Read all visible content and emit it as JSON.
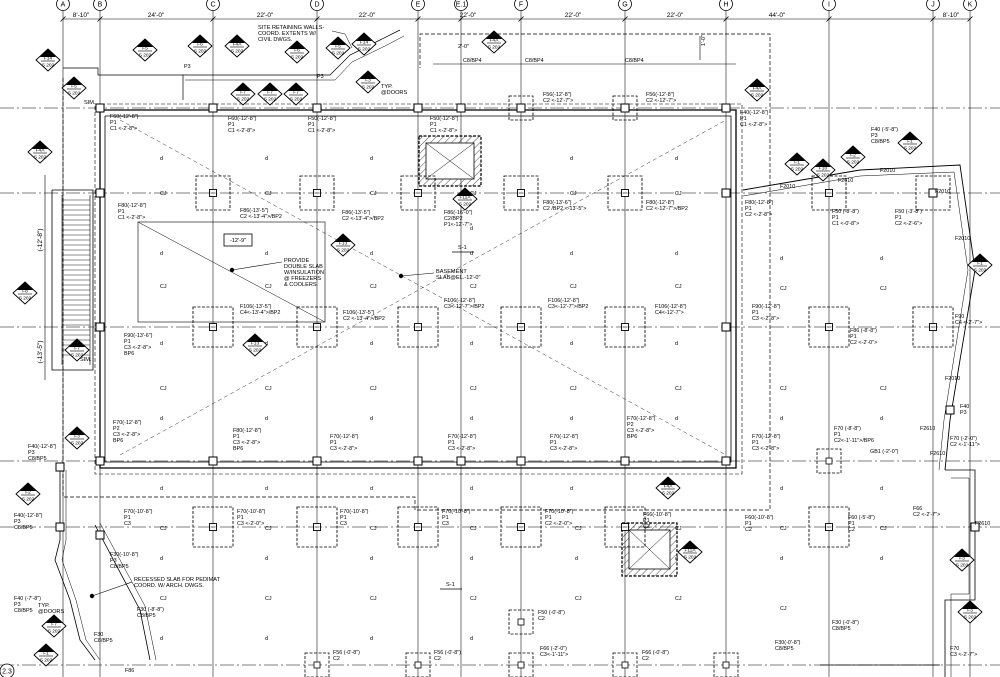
{
  "grid": {
    "columns": [
      "A",
      "B",
      "C",
      "D",
      "E",
      "E.1",
      "F",
      "G",
      "H",
      "I",
      "J",
      "K"
    ],
    "dimensions": [
      "8'-10\"",
      "24'-0\"",
      "22'-0\"",
      "22'-0\"",
      "22'-0\"",
      "22'-0\"",
      "22'-0\"",
      "44'-0\"",
      "8'-10\""
    ],
    "row_labels": [
      "(-12'-8\")",
      "(-13'-5\")"
    ],
    "left_bubble": "2.3"
  },
  "notes": {
    "retaining": [
      "SITE RETAINING WALLS-",
      "COORD. EXTENTS W/",
      "CIVIL DWGS."
    ],
    "provide": [
      "PROVIDE",
      "DOUBLE SLAB",
      "W/INSULATION",
      "@ FREEZERS",
      "& COOLERS"
    ],
    "basement": [
      "BASEMENT",
      "SLAB@EL.-12'-0\""
    ],
    "recessed": [
      "RECESSED SLAB FOR PEDIMAT",
      "COORD. W/ ARCH. DWGS."
    ],
    "typ_doors": [
      "TYP.",
      "@DOORS"
    ],
    "sim": "SIM."
  },
  "section_marks": [
    "S-1",
    "S-1"
  ],
  "elevation_box": "-12'-9\"",
  "dim_2_0": "2'-0\"",
  "dim_1_0": "1'-0\"",
  "joint": "CJ",
  "slab_symbol": "d",
  "bp_labels": [
    "C8/BP4",
    "C8/BP4",
    "C8/BP4"
  ],
  "tags": [
    {
      "top": "F14",
      "bottom": "S 202"
    },
    {
      "top": "F5",
      "bottom": "S 202"
    },
    {
      "top": "F6",
      "bottom": "S 202"
    },
    {
      "top": "F4A",
      "bottom": "S 202"
    },
    {
      "top": "F6",
      "bottom": "S 202"
    },
    {
      "top": "F5",
      "bottom": "S 202"
    },
    {
      "top": "F14",
      "bottom": "S 202"
    },
    {
      "top": "F4A",
      "bottom": "S 202"
    },
    {
      "top": "F3",
      "bottom": "S 202"
    },
    {
      "top": "F5",
      "bottom": "S 202"
    },
    {
      "top": "F7",
      "bottom": "S 202"
    },
    {
      "top": "F7",
      "bottom": "S 202"
    },
    {
      "top": "F7",
      "bottom": "S 202"
    },
    {
      "top": "F4A",
      "bottom": "S 202"
    },
    {
      "top": "F4A",
      "bottom": "S 202"
    },
    {
      "top": "F8",
      "bottom": "S 202"
    },
    {
      "top": "F7",
      "bottom": "S 202"
    },
    {
      "top": "F13",
      "bottom": "S 202"
    },
    {
      "top": "F13",
      "bottom": "S 202"
    },
    {
      "top": "F11A",
      "bottom": "S 202"
    },
    {
      "top": "F1",
      "bottom": "S 202"
    },
    {
      "top": "F10",
      "bottom": "S 202"
    },
    {
      "top": "F2",
      "bottom": "S 202"
    },
    {
      "top": "F1",
      "bottom": "S 202"
    },
    {
      "top": "F1",
      "bottom": "S 202"
    },
    {
      "top": "F3",
      "bottom": "S 202"
    },
    {
      "top": "F2",
      "bottom": "S 202"
    },
    {
      "top": "F4A",
      "bottom": "S 202"
    },
    {
      "top": "F11A",
      "bottom": "S 202"
    },
    {
      "top": "F3",
      "bottom": "S 202"
    },
    {
      "top": "F7",
      "bottom": "S 202"
    },
    {
      "top": "F1",
      "bottom": "S 202"
    },
    {
      "top": "F3",
      "bottom": "S 202"
    }
  ],
  "callouts": [
    [
      "F60(-12'-8\")",
      "P1",
      "C1 <-2'-8\">"
    ],
    [
      "F60(-12'-8\")",
      "P1",
      "C1 <-2'-8\">"
    ],
    [
      "F50(-12'-8\")",
      "P1",
      "C1 <-2'-8\">"
    ],
    [
      "F50(-12'-8\")",
      "P1",
      "C1 <-2'-8\">"
    ],
    [
      "F56(-12'-8\")",
      "C2 <-12'-7\">"
    ],
    [
      "F56(-12'-8\")",
      "C2 <-12'-7\">"
    ],
    [
      "F40(-12'-8\")",
      "P1",
      "C1 <-2'-8\">"
    ],
    [
      "F80(-12'-8\")",
      "P1",
      "C1 <-2'-8\">"
    ],
    [
      "F86(-13'-5\")",
      "C2 <-13'-4\">/BP2"
    ],
    [
      "F86(-13'-5\")",
      "C2 <-13'-4\">/BP2"
    ],
    [
      "F86(-16'-0\")",
      "C2/BP2",
      "P1<-12'-7\">"
    ],
    [
      "F80(-13'-6\")",
      "C2 /BP2 <-13'-5\">"
    ],
    [
      "F80(-12'-8\")",
      "C2 <-12'-7\">/BP2"
    ],
    [
      "F80(-12'-8\")",
      "P1",
      "C2 <-2'-8\">"
    ],
    [
      "F50 (-8'-8\")",
      "P1",
      "C1 <-0'-8\">"
    ],
    [
      "F50 (-3'-8\")",
      "P1",
      "C2 <-2'-6\">"
    ],
    [
      "F40 (-5'-8\")",
      "P3",
      "C8/BP5"
    ],
    [
      "F106(-13'-5\")",
      "C4<-13'-4\">/BP2"
    ],
    [
      "F106(-13'-5\")",
      "C2 <-13'-4\">/BP2"
    ],
    [
      "F106(-12'-8\")",
      "C3<-12'-7\">/BP2"
    ],
    [
      "F106(-12'-8\")",
      "C3<-12'-7\">/BP2"
    ],
    [
      "F106(-12'-8\")",
      "C4<-12'-7\">"
    ],
    [
      "F90(-13'-6\")",
      "P1",
      "C3 <-2'-8\">",
      "BP6"
    ],
    [
      "F90(-12'-8\")",
      "P1",
      "C3 <-2'-8\">"
    ],
    [
      "F86 (-8'-8\")",
      "P1",
      "C2 <-2'-0\">"
    ],
    [
      "F90",
      "C4 <-2'-7\">"
    ],
    [
      "F70(-12'-8\")",
      "P2",
      "C3 <-2'-8\">",
      "BP6"
    ],
    [
      "F80(-12'-8\")",
      "P1",
      "C3 <-2'-8\">",
      "BP6"
    ],
    [
      "F70(-12'-8\")",
      "P1",
      "C3 <-2'-8\">"
    ],
    [
      "F70(-12'-8\")",
      "P1",
      "C3 <-2'-8\">"
    ],
    [
      "F70(-12'-8\")",
      "P1",
      "C3 <-2'-8\">"
    ],
    [
      "F70(-12'-8\")",
      "P2",
      "C3 <-2'-8\">",
      "BP6"
    ],
    [
      "F70(-12'-8\")",
      "P1",
      "C3 <-2'-8\">"
    ],
    [
      "F70 (-8'-8\")",
      "P1",
      "C2<-1'-11\">/BP6"
    ],
    [
      "F70 (-2'-0\")",
      "C2 <-1'-11\">"
    ],
    [
      "F40(-12'-8\")",
      "P3",
      "C8/BP5"
    ],
    [
      "F40(-12'-8\")",
      "P3",
      "C8/BP5"
    ],
    [
      "F70(-10'-8\")",
      "P1",
      "C3"
    ],
    [
      "F70(-10'-8\")",
      "P1",
      "C3 <-2'-0\">"
    ],
    [
      "F70(-10'-8\")",
      "P1",
      "C3"
    ],
    [
      "F70(-10'-8\")",
      "P1",
      "C3"
    ],
    [
      "F70(-10'-8\")",
      "P1",
      "C2 <-2'-0\">"
    ],
    [
      "F66(-10'-8\")",
      "P1",
      "C2"
    ],
    [
      "F60(-10'-8\")",
      "P1",
      "C2"
    ],
    [
      "F60 (-5'-8\")",
      "P1",
      "C2"
    ],
    [
      "F66",
      "C2 <-2'-7\">"
    ],
    [
      "F30(-10'-8\")",
      "P3",
      "C8/BP5"
    ],
    [
      "F40 (-7'-8\")",
      "P3",
      "C8/BP5"
    ],
    [
      "F30 (-8'-8\")",
      "C8/BP5"
    ],
    [
      "F30",
      "C8/BP5"
    ],
    [
      "F50 (-0'-8\")",
      "C2"
    ],
    [
      "F56 (-0'-8\")",
      "C2"
    ],
    [
      "F56 (-0'-8\")",
      "C2"
    ],
    [
      "F66 (-2'-0\")",
      "C3<-1'-11\">"
    ],
    [
      "F66 (-0'-8\")",
      "C2"
    ],
    [
      "F30(-0'-8\")",
      "C8/BP5"
    ],
    [
      "F30 (-0'-8\")",
      "C8/BP5"
    ],
    [
      "F70",
      "C3 <-2'-7\">"
    ],
    [
      "F40",
      "P3"
    ],
    [
      "F86"
    ],
    [
      "F2010"
    ],
    [
      "F2010"
    ],
    [
      "F2010"
    ],
    [
      "F2010"
    ],
    [
      "F2010"
    ],
    [
      "F2610"
    ],
    [
      "F2610"
    ],
    [
      "F2610"
    ],
    [
      "F2610"
    ],
    [
      "GB1 (-2'-0\")"
    ],
    [
      "P3"
    ],
    [
      "P3"
    ]
  ]
}
